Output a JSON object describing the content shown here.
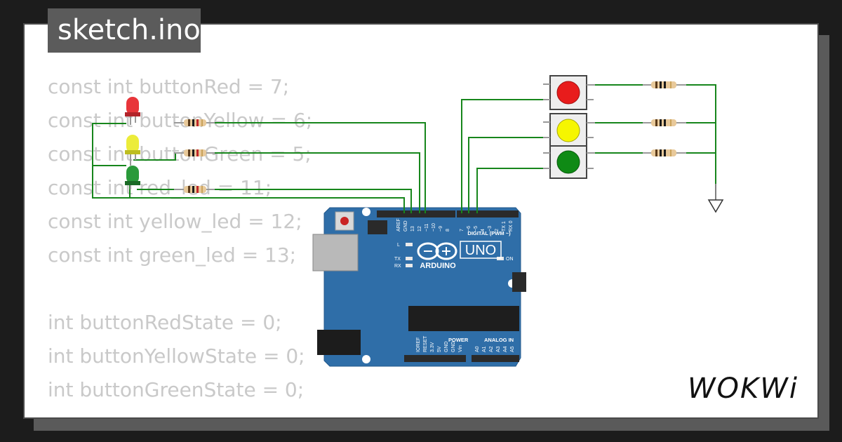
{
  "header": {
    "filename": "sketch.ino"
  },
  "code": {
    "lines": [
      "const int buttonRed = 7;",
      "const int buttonYellow = 6;",
      "const int buttonGreen = 5;",
      "const int red_led = 11;",
      "const int yellow_led = 12;",
      "const int green_led = 13;",
      "",
      "int buttonRedState = 0;",
      "int buttonYellowState = 0;",
      "int buttonGreenState = 0;"
    ]
  },
  "board": {
    "brand": "ARDUINO",
    "model": "UNO",
    "digital_label": "DIGITAL (PWM ~)",
    "power_label": "POWER",
    "analog_label": "ANALOG IN",
    "on_label": "ON",
    "l_label": "L",
    "tx_label": "TX",
    "rx_label": "RX",
    "pins_top_left": [
      "AREF",
      "GND",
      "13",
      "12",
      "~11",
      "~10",
      "~9",
      "8"
    ],
    "pins_top_right": [
      "7",
      "~6",
      "~5",
      "4",
      "~3",
      "2",
      "TX 1",
      "RX 0"
    ],
    "pins_bottom_power": [
      "IOREF",
      "RESET",
      "3.3V",
      "5V",
      "GND",
      "GND",
      "Vin"
    ],
    "pins_bottom_analog": [
      "A0",
      "A1",
      "A2",
      "A3",
      "A4",
      "A5"
    ]
  },
  "components": {
    "leds": [
      "red-led",
      "yellow-led",
      "green-led"
    ],
    "buttons": [
      "red-button",
      "yellow-button",
      "green-button"
    ]
  },
  "colors": {
    "wire": "#17861c",
    "board": "#2f6ea8",
    "led_red": "#e8353a",
    "led_yellow": "#ecec3a",
    "led_green": "#2a9a3a",
    "button_red": "#e81c1c",
    "button_yellow": "#f6f600",
    "button_green": "#0f8a15"
  },
  "logo": {
    "text": "WOKWi"
  }
}
